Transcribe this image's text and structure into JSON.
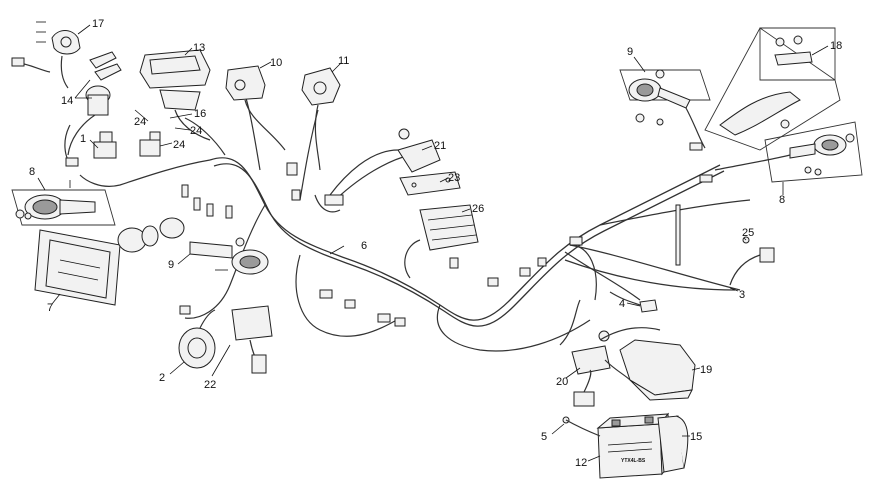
{
  "callouts": {
    "c1": "1",
    "c2": "2",
    "c3": "3",
    "c4": "4",
    "c5": "5",
    "c6": "6",
    "c7": "7",
    "c8a": "8",
    "c8b": "8",
    "c9a": "9",
    "c9b": "9",
    "c10": "10",
    "c11": "11",
    "c12": "12",
    "c13": "13",
    "c14": "14",
    "c15": "15",
    "c16": "16",
    "c17": "17",
    "c18": "18",
    "c19": "19",
    "c20": "20",
    "c21": "21",
    "c22": "22",
    "c23": "23",
    "c24a": "24",
    "c24b": "24",
    "c24c": "24",
    "c25": "25",
    "c26": "26"
  },
  "battery": {
    "model": "YTX4L-BS"
  }
}
